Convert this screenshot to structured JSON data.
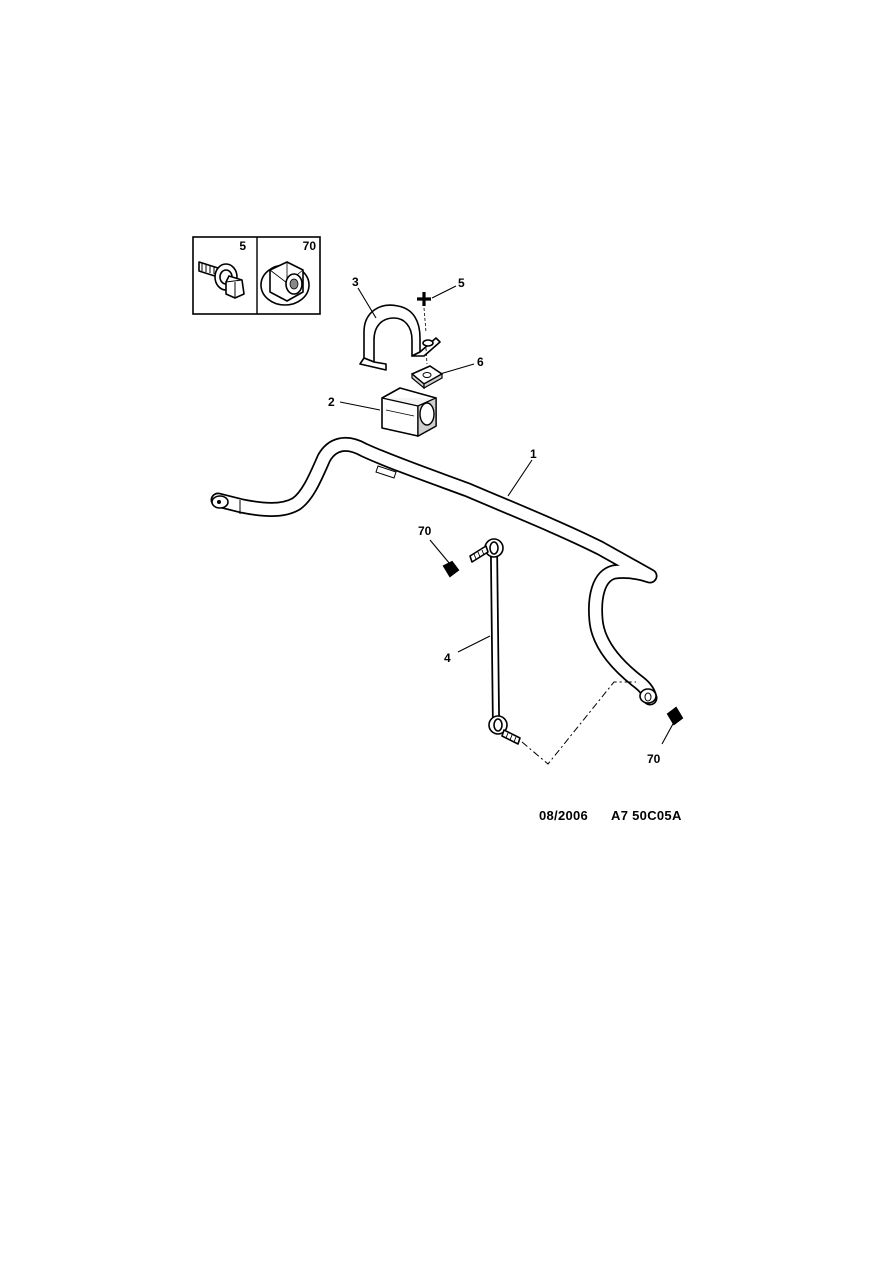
{
  "legend": {
    "items": [
      {
        "number": "5",
        "icon": "bolt-icon"
      },
      {
        "number": "70",
        "icon": "nut-icon"
      }
    ]
  },
  "callouts": {
    "c1": "1",
    "c2": "2",
    "c3": "3",
    "c4": "4",
    "c5": "5",
    "c6": "6",
    "c70a": "70",
    "c70b": "70"
  },
  "footer": {
    "date": "08/2006",
    "reference": "A7 50C05A"
  },
  "colors": {
    "line": "#000000",
    "background": "#ffffff",
    "shade": "#cfcfcf"
  }
}
